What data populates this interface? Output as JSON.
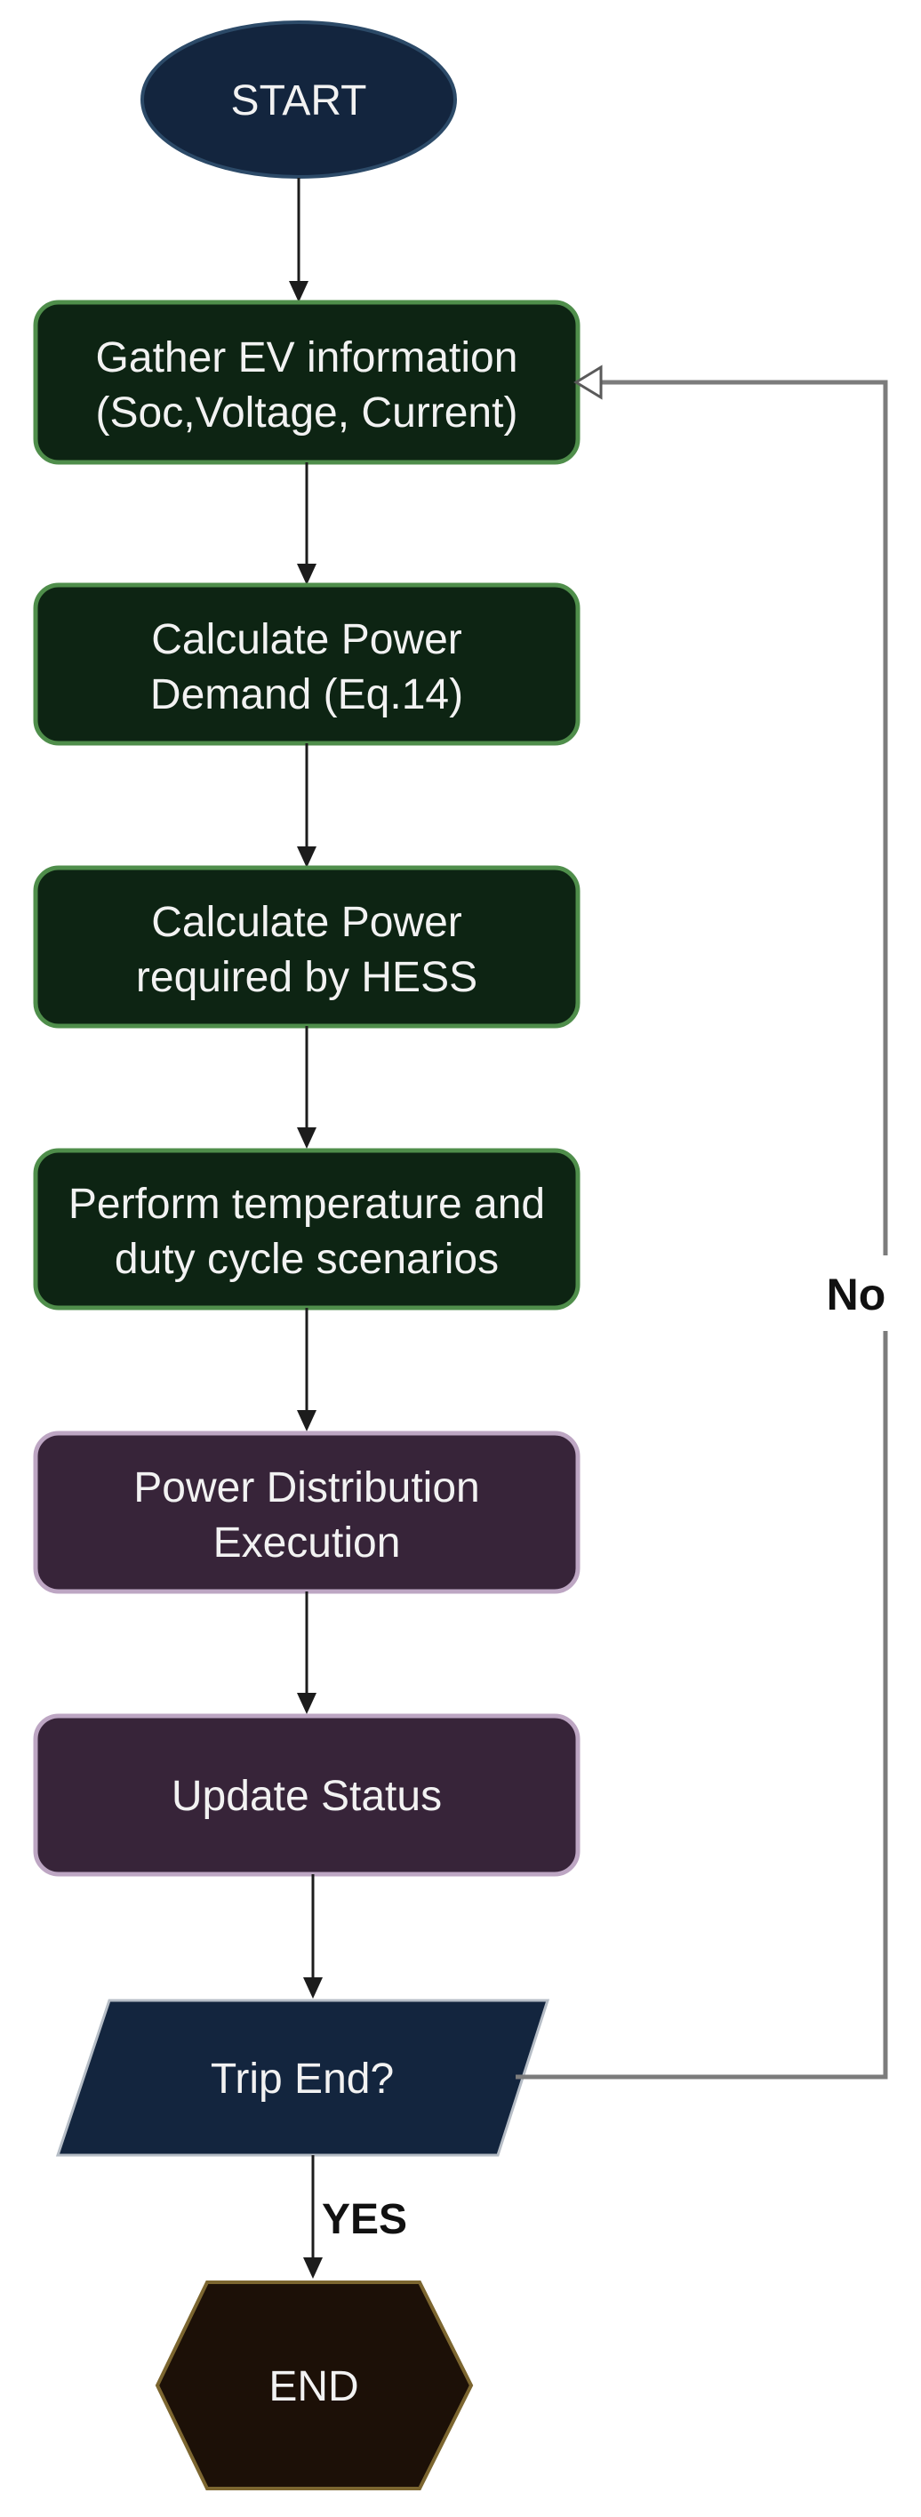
{
  "figure": {
    "type": "flowchart",
    "background": "#ffffff",
    "colors": {
      "terminator_navy_fill": "#13253e",
      "terminator_navy_stroke": "#2c4a68",
      "process_green_fill": "#0d2413",
      "process_green_stroke": "#4f8e4b",
      "process_purple_fill": "#372439",
      "process_purple_stroke": "#bda6c3",
      "decision_navy_fill": "#13253e",
      "decision_stroke": "#b6bdc6",
      "end_hexagon_fill": "#1c1007",
      "end_hexagon_stroke": "#7c6630",
      "connector_gray": "#7c7c7c",
      "arrow_black": "#1c1c1c",
      "text_light": "#f2f2f2",
      "text_dark": "#111111",
      "open_arrowhead_fill": "#ffffff",
      "open_arrowhead_stroke": "#5a5a5a"
    },
    "nodes": {
      "start": {
        "label": "START",
        "shape": "ellipse"
      },
      "gather_info": {
        "lines": [
          "Gather EV information",
          "(Soc,Voltage, Current)"
        ],
        "shape": "rounded-rect"
      },
      "power_demand": {
        "lines": [
          "Calculate Power",
          "Demand (Eq.14)"
        ],
        "shape": "rounded-rect"
      },
      "power_hess": {
        "lines": [
          "Calculate Power",
          "required by HESS"
        ],
        "shape": "rounded-rect"
      },
      "scenarios": {
        "lines": [
          "Perform temperature and",
          "duty cycle scenarios"
        ],
        "shape": "rounded-rect"
      },
      "distribution": {
        "lines": [
          "Power Distribution",
          "Execution"
        ],
        "shape": "rounded-rect"
      },
      "update_status": {
        "label": "Update Status",
        "shape": "rounded-rect"
      },
      "trip_end": {
        "label": "Trip End?",
        "shape": "parallelogram"
      },
      "end": {
        "label": "END",
        "shape": "hexagon"
      }
    },
    "edge_labels": {
      "yes": "YES",
      "no": "No"
    }
  }
}
